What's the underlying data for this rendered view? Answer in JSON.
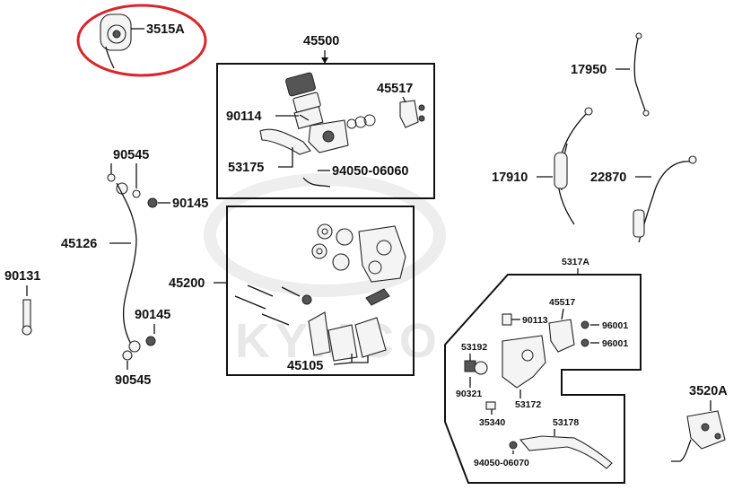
{
  "watermark": {
    "text": "KYMCO"
  },
  "highlight": {
    "part": "3515A",
    "color": "#d9262c"
  },
  "labels": {
    "p3515A": "3515A",
    "p45500": "45500",
    "p45517a": "45517",
    "p90114": "90114",
    "p53175": "53175",
    "p94050_06060": "94050-06060",
    "p45200": "45200",
    "p45105": "45105",
    "p90545a": "90545",
    "p90145a": "90145",
    "p45126": "45126",
    "p90131": "90131",
    "p90145b": "90145",
    "p90545b": "90545",
    "p17950": "17950",
    "p17910": "17910",
    "p22870": "22870",
    "p5317A": "5317A",
    "p45517b": "45517",
    "p90113": "90113",
    "p96001a": "96001",
    "p96001b": "96001",
    "p53192": "53192",
    "p90321": "90321",
    "p53172": "53172",
    "p35340": "35340",
    "p53178": "53178",
    "p94050_06070": "94050-06070",
    "p3520A": "3520A"
  }
}
